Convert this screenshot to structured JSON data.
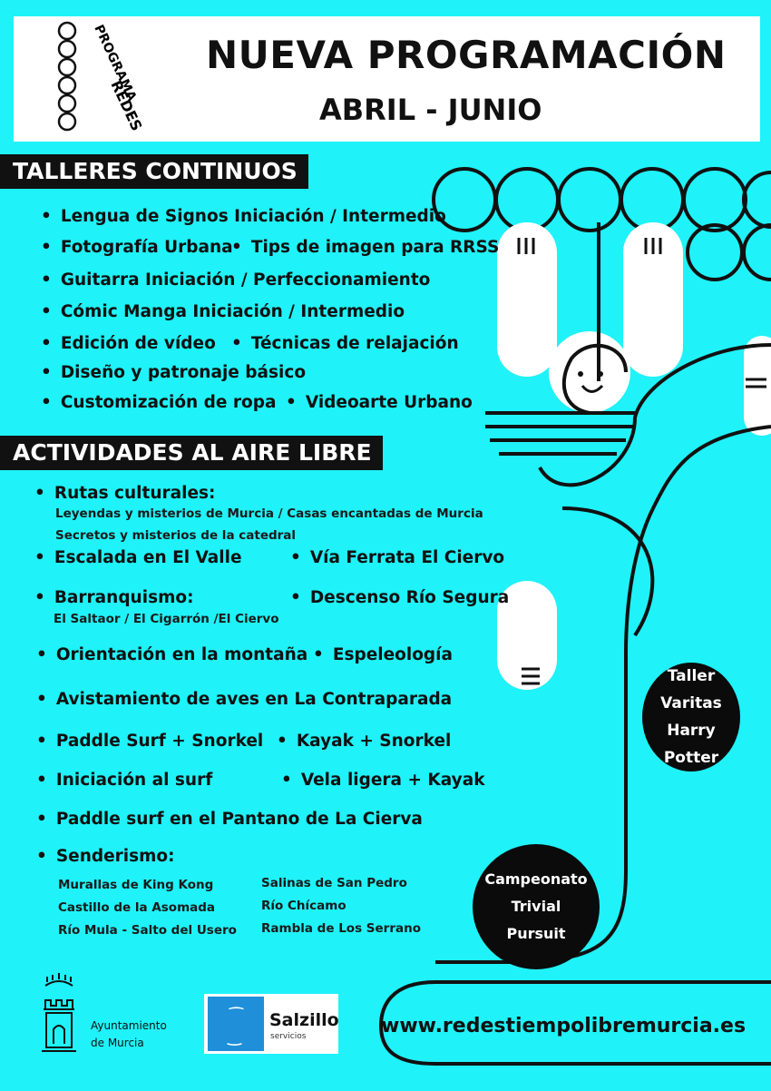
{
  "header": {
    "logo_text": "PROGRAMA REDES",
    "title": "NUEVA PROGRAMACIÓN",
    "subtitle": "ABRIL - JUNIO"
  },
  "talleres": {
    "heading": "TALLERES CONTINUOS",
    "items": [
      "Lengua de Signos Iniciación / Intermedio",
      "Fotografía Urbana",
      "Tips de imagen para RRSS",
      "Guitarra Iniciación / Perfeccionamiento",
      "Cómic Manga Iniciación / Intermedio",
      "Edición de vídeo",
      "Técnicas de relajación",
      "Diseño y patronaje básico",
      "Customización de ropa",
      "Videoarte Urbano"
    ]
  },
  "actividades": {
    "heading": "ACTIVIDADES AL AIRE LIBRE",
    "rutas": {
      "label": "Rutas culturales:",
      "line1": "Leyendas y misterios de Murcia / Casas encantadas de Murcia",
      "line2": "Secretos y misterios de la catedral"
    },
    "escalada": "Escalada en El Valle",
    "via_ferrata": "Vía Ferrata El Ciervo",
    "barranquismo": {
      "label": "Barranquismo:",
      "detail": "El Saltaor / El Cigarrón /El Ciervo"
    },
    "descenso": "Descenso Río Segura",
    "orientacion": "Orientación en la montaña",
    "espeleologia": "Espeleología",
    "avistamiento": "Avistamiento  de aves en La Contraparada",
    "paddle_snorkel": "Paddle Surf + Snorkel",
    "kayak_snorkel": "Kayak  + Snorkel",
    "surf": "Iniciación al surf",
    "vela": "Vela ligera + Kayak",
    "paddle_pantano": "Paddle surf en el Pantano de  La Cierva",
    "senderismo": {
      "label": "Senderismo:",
      "col1": [
        "Murallas de King Kong",
        "Castillo de la Asomada",
        "Río Mula - Salto del Usero"
      ],
      "col2": [
        "Salinas de San Pedro",
        "Río Chícamo",
        "Rambla de Los Serrano"
      ]
    }
  },
  "badges": {
    "harry_potter": [
      "Taller",
      "Varitas",
      "Harry",
      "Potter"
    ],
    "trivial": [
      "Campeonato",
      "Trivial",
      "Pursuit"
    ]
  },
  "footer": {
    "ayuntamiento": [
      "Ayuntamiento",
      "de Murcia"
    ],
    "salzillo": {
      "name": "Salzillo",
      "tagline": "servicios"
    },
    "url": "www.redestiempolibremurcia.es"
  },
  "colors": {
    "background": "#1ff2f8",
    "ink": "#111111",
    "salzillo_blue": "#1e8fd8"
  }
}
